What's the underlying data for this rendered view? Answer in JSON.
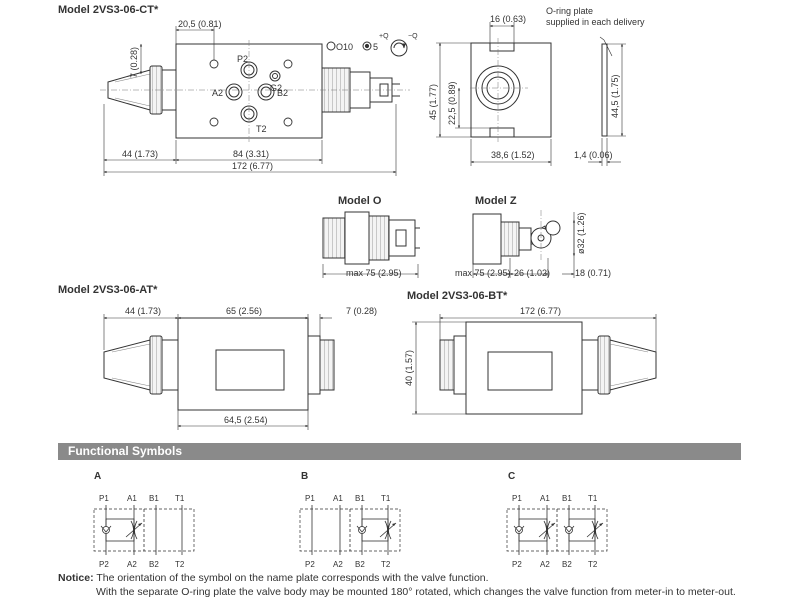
{
  "titles": {
    "ct": "Model 2VS3-06-CT*",
    "model_o": "Model O",
    "model_z": "Model Z",
    "at": "Model 2VS3-06-AT*",
    "bt": "Model 2VS3-06-BT*"
  },
  "oring_note": {
    "line1": "O-ring plate",
    "line2": "supplied in each delivery"
  },
  "ports": {
    "p2": "P2",
    "g2": "G2",
    "a2": "A2",
    "b2": "B2",
    "t2": "T2"
  },
  "adjust": {
    "o10": "O10",
    "hex5": "5",
    "plus_q": "+Q",
    "minus_q": "−Q"
  },
  "dims": {
    "ct_20_5": "20,5 (0.81)",
    "ct_7": "7 (0.28)",
    "ct_44": "44 (1.73)",
    "ct_84": "84 (3.31)",
    "ct_172": "172 (6.77)",
    "side_16": "16 (0.63)",
    "side_22_5": "22,5 (0.89)",
    "side_45": "45 (1.77)",
    "side_38_6": "38,6 (1.52)",
    "plate_44_5": "44,5 (1.75)",
    "plate_1_4": "1,4 (0.06)",
    "o_max75": "max 75 (2.95)",
    "z_max75": "max 75 (2.95)",
    "z_26": "26 (1.02)",
    "z_18": "18 (0.71)",
    "z_32": "ø32 (1.26)",
    "at_44": "44 (1.73)",
    "at_65": "65 (2.56)",
    "at_7": "7 (0.28)",
    "at_64_5": "64,5 (2.54)",
    "bt_172": "172 (6.77)",
    "bt_40": "40 (1.57)"
  },
  "functional": {
    "heading": "Functional Symbols",
    "symbols": [
      {
        "label": "A",
        "top": [
          "P1",
          "A1",
          "B1",
          "T1"
        ],
        "bottom": [
          "P2",
          "A2",
          "B2",
          "T2"
        ]
      },
      {
        "label": "B",
        "top": [
          "P1",
          "A1",
          "B1",
          "T1"
        ],
        "bottom": [
          "P2",
          "A2",
          "B2",
          "T2"
        ]
      },
      {
        "label": "C",
        "top": [
          "P1",
          "A1",
          "B1",
          "T1"
        ],
        "bottom": [
          "P2",
          "A2",
          "B2",
          "T2"
        ]
      }
    ]
  },
  "notice": {
    "prefix": "Notice:",
    "line1": "The orientation of the symbol on the name plate corresponds with the valve function.",
    "line2": "With the separate O-ring plate the valve body may be mounted 180° rotated, which changes the valve function from meter-in to meter-out."
  }
}
